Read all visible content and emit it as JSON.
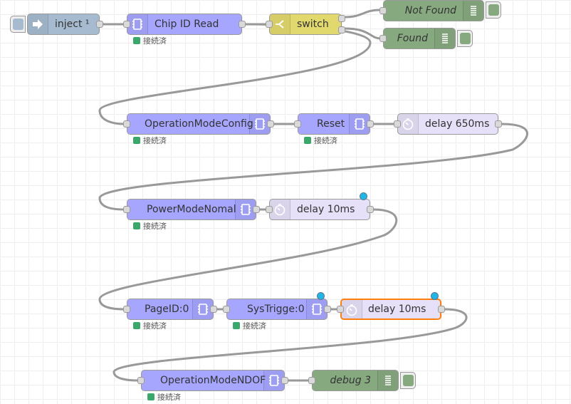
{
  "colors": {
    "inject": "#a6bbcf",
    "function_node": "#a6a6ff",
    "switch": "#e2d96e",
    "delay": "#e6e0f8",
    "debug": "#87a980",
    "wire": "#999999",
    "status_connected": "#3aa86b",
    "changed_dot": "#20b6e8",
    "selected_border": "#ff7f0e"
  },
  "nodes": {
    "inject": {
      "label": "inject ¹",
      "icon": "arrow-in-icon"
    },
    "chip_id_read": {
      "label": "Chip ID Read",
      "status": "接続済",
      "icon": "chip-icon"
    },
    "switch": {
      "label": "switch",
      "icon": "switch-icon"
    },
    "not_found": {
      "label": "Not Found",
      "icon": "list-icon"
    },
    "found": {
      "label": "Found",
      "icon": "list-icon"
    },
    "operation_mode_config": {
      "label": "OperationModeConfig",
      "status": "接続済",
      "icon": "chip-icon"
    },
    "reset": {
      "label": "Reset",
      "status": "接続済",
      "icon": "chip-icon"
    },
    "delay_650": {
      "label": "delay 650ms",
      "icon": "timer-icon"
    },
    "power_mode_nomal": {
      "label": "PowerModeNomal",
      "status": "接続済",
      "icon": "chip-icon"
    },
    "delay_10_a": {
      "label": "delay 10ms",
      "icon": "timer-icon"
    },
    "page_id": {
      "label": "PageID:0",
      "status": "接続済",
      "icon": "chip-icon"
    },
    "sys_trigge": {
      "label": "SysTrigge:0",
      "status": "接続済",
      "icon": "chip-icon"
    },
    "delay_10_b": {
      "label": "delay 10ms",
      "icon": "timer-icon"
    },
    "operation_mode_ndof": {
      "label": "OperationModeNDOF",
      "status": "接続済",
      "icon": "chip-icon"
    },
    "debug3": {
      "label": "debug 3",
      "icon": "list-icon"
    }
  }
}
